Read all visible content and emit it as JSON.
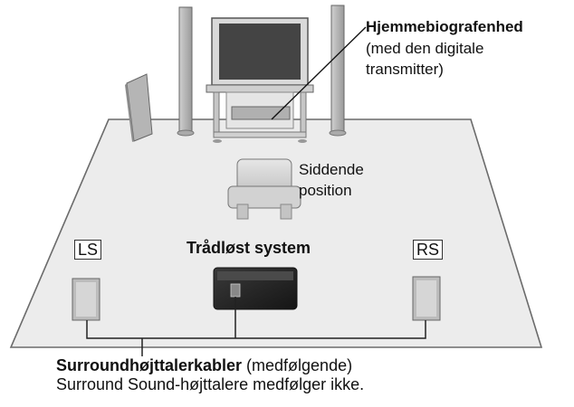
{
  "labels": {
    "main_unit_title": "Hjemmebiografenhed",
    "main_unit_sub1": "(med den digitale",
    "main_unit_sub2": "transmitter)",
    "seat_line1": "Siddende",
    "seat_line2": "position",
    "wireless_system": "Trådløst system",
    "ls": "LS",
    "rs": "RS"
  },
  "caption": {
    "cables_bold": "Surroundhøjttalerkabler",
    "cables_rest": " (medfølgende)",
    "line2": "Surround Sound-højttalere medfølger ikke."
  },
  "colors": {
    "floor": "#ececec",
    "outline": "#6b6b6b",
    "speaker": "#b9b9b9",
    "dark_unit": "#2b2b2b"
  }
}
